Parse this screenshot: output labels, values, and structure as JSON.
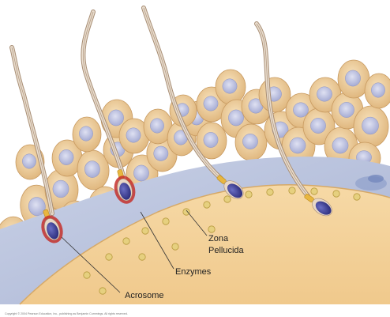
{
  "labels": {
    "zona": "Zona",
    "pellucida": "Pellucida",
    "enzymes": "Enzymes",
    "acrosome": "Acrosome"
  },
  "copyright": "Copyright © 2004 Pearson Education, Inc., publishing as Benjamin Cummings. All rights reserved.",
  "colors": {
    "background": "#ffffff",
    "egg_cytoplasm": "#f3cf96",
    "zona_pellucida": "#b9c3dd",
    "follicle_cell": "#efd2a0",
    "follicle_nucleus": "#c3c8e4",
    "sperm_tail": "#cdb8a2",
    "acrosome": "#3d3f9a",
    "enzyme_red": "#c4302b",
    "midpiece": "#e8b640",
    "leader_line": "#333333"
  }
}
